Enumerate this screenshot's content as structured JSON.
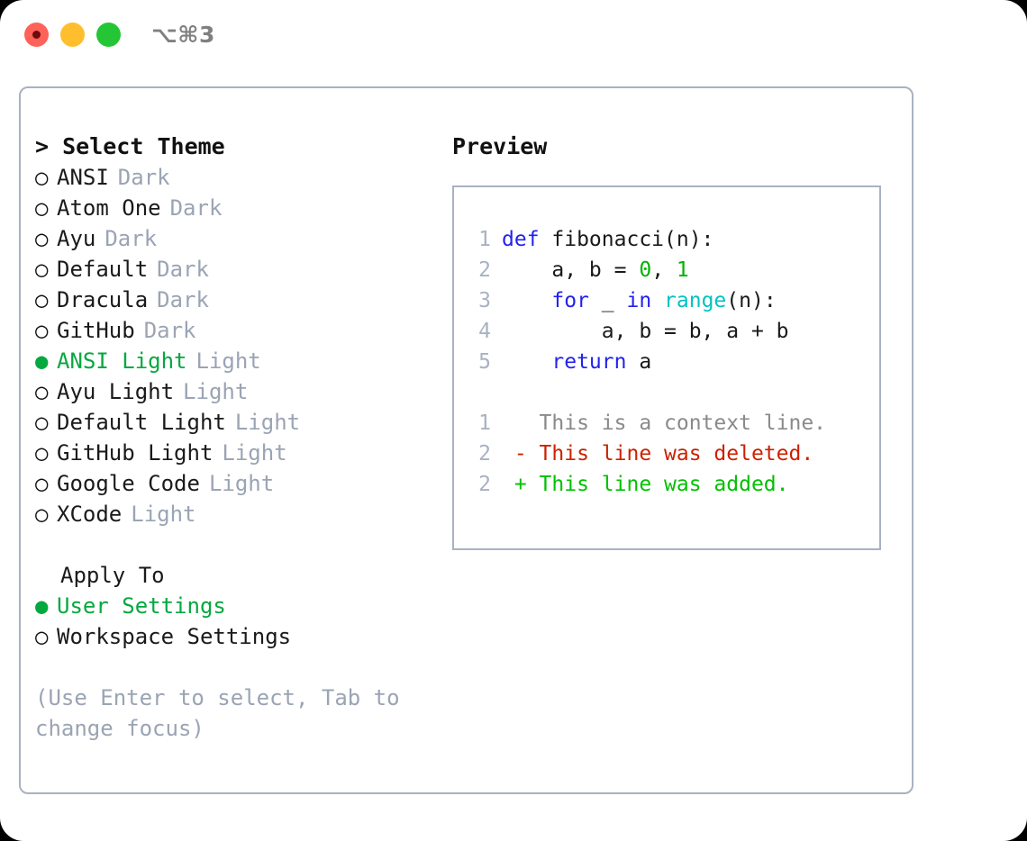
{
  "titlebar": {
    "lights": [
      "close-red",
      "minimize-yellow",
      "maximize-green"
    ],
    "shortcut": "⌥⌘3"
  },
  "theme_picker": {
    "title": "> Select Theme",
    "caret": ">",
    "bullet_selected": "●",
    "bullet_unselected": "○",
    "items": [
      {
        "label": "ANSI",
        "tag": "Dark",
        "selected": false
      },
      {
        "label": "Atom One",
        "tag": "Dark",
        "selected": false
      },
      {
        "label": "Ayu",
        "tag": "Dark",
        "selected": false
      },
      {
        "label": "Default",
        "tag": "Dark",
        "selected": false
      },
      {
        "label": "Dracula",
        "tag": "Dark",
        "selected": false
      },
      {
        "label": "GitHub",
        "tag": "Dark",
        "selected": false
      },
      {
        "label": "ANSI Light",
        "tag": "Light",
        "selected": true
      },
      {
        "label": "Ayu Light",
        "tag": "Light",
        "selected": false
      },
      {
        "label": "Default Light",
        "tag": "Light",
        "selected": false
      },
      {
        "label": "GitHub Light",
        "tag": "Light",
        "selected": false
      },
      {
        "label": "Google Code",
        "tag": "Light",
        "selected": false
      },
      {
        "label": "XCode",
        "tag": "Light",
        "selected": false
      }
    ]
  },
  "apply_to": {
    "heading": "Apply To",
    "options": [
      {
        "label": "User Settings",
        "selected": true
      },
      {
        "label": "Workspace Settings",
        "selected": false
      }
    ]
  },
  "hint": "(Use Enter to select, Tab to change focus)",
  "preview": {
    "title": "Preview",
    "code_lines": [
      {
        "num": "1",
        "tokens": [
          {
            "t": "def ",
            "c": "kw"
          },
          {
            "t": "fibonacci(n):",
            "c": "id"
          }
        ]
      },
      {
        "num": "2",
        "tokens": [
          {
            "t": "    a, b = ",
            "c": "id"
          },
          {
            "t": "0",
            "c": "num"
          },
          {
            "t": ", ",
            "c": "id"
          },
          {
            "t": "1",
            "c": "num"
          }
        ]
      },
      {
        "num": "3",
        "tokens": [
          {
            "t": "    ",
            "c": "id"
          },
          {
            "t": "for",
            "c": "kw"
          },
          {
            "t": " _ ",
            "c": "id"
          },
          {
            "t": "in",
            "c": "kw"
          },
          {
            "t": " ",
            "c": "id"
          },
          {
            "t": "range",
            "c": "fn"
          },
          {
            "t": "(n):",
            "c": "id"
          }
        ]
      },
      {
        "num": "4",
        "tokens": [
          {
            "t": "        a, b = b, a + b",
            "c": "id"
          }
        ]
      },
      {
        "num": "5",
        "tokens": [
          {
            "t": "    ",
            "c": "id"
          },
          {
            "t": "return",
            "c": "kw"
          },
          {
            "t": " a",
            "c": "id"
          }
        ]
      }
    ],
    "diff_lines": [
      {
        "num": "1",
        "marker": " ",
        "text": "This is a context line.",
        "kind": "ctx"
      },
      {
        "num": "2",
        "marker": "-",
        "text": "This line was deleted.",
        "kind": "del"
      },
      {
        "num": "2",
        "marker": "+",
        "text": "This line was added.",
        "kind": "add"
      }
    ]
  },
  "colors": {
    "accent_green": "#05a83f",
    "muted": "#9aa4b4",
    "border": "#a8b2c1",
    "keyword": "#2222ee",
    "number": "#00b200",
    "builtin": "#00c2c2",
    "diff_delete": "#cc2200",
    "diff_add": "#00c000",
    "light_red": "#ff6259",
    "light_yellow": "#ffbe2e",
    "light_green": "#25c636"
  }
}
